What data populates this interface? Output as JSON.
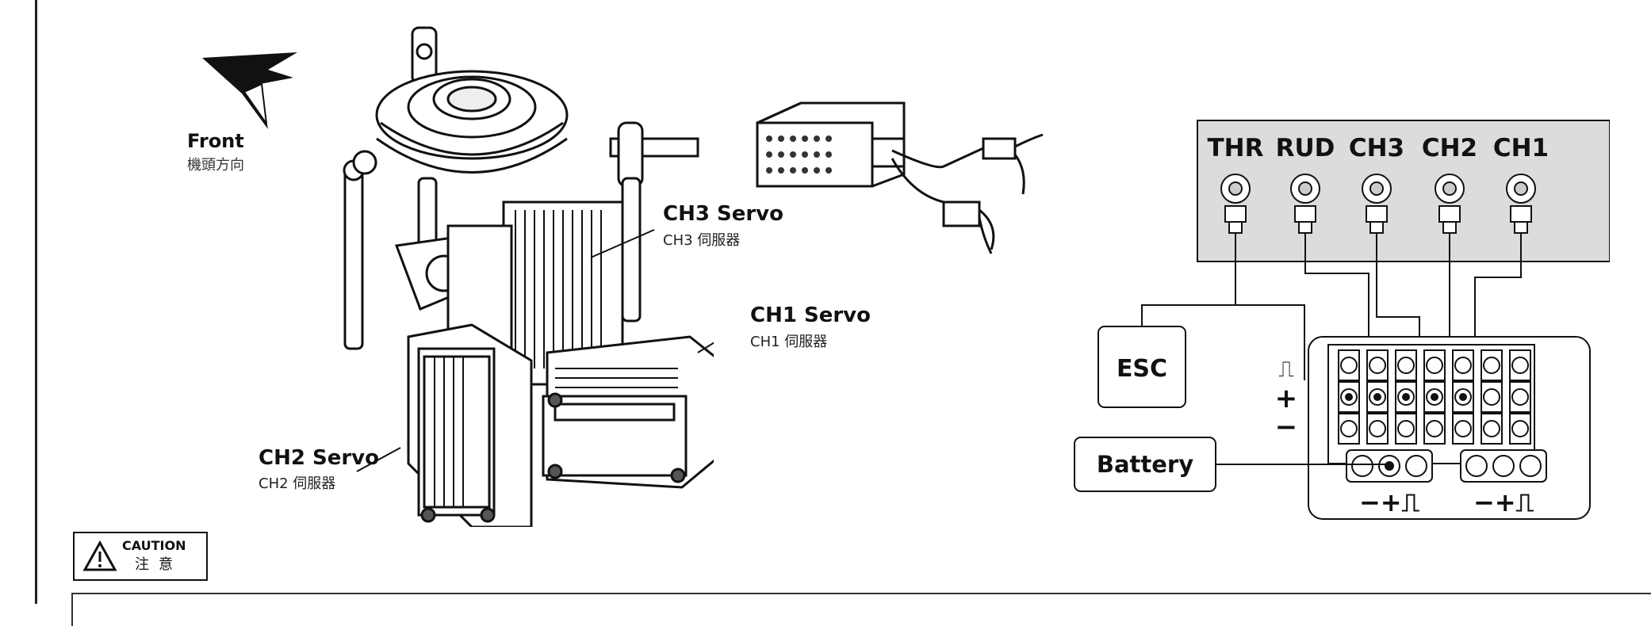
{
  "front": {
    "label_en": "Front",
    "label_zh": "機頭方向",
    "icon": "arrow-direction-icon"
  },
  "servos": [
    {
      "label_en": "CH3 Servo",
      "label_zh": "CH3 伺服器"
    },
    {
      "label_en": "CH1 Servo",
      "label_zh": "CH1 伺服器"
    },
    {
      "label_en": "CH2 Servo",
      "label_zh": "CH2 伺服器"
    }
  ],
  "receiver_panel": {
    "channels": [
      "THR",
      "RUD",
      "CH3",
      "CH2",
      "CH1"
    ]
  },
  "esc_label": "ESC",
  "battery_label": "Battery",
  "pin_symbols": {
    "signal": "⎍",
    "plus": "+",
    "minus": "−",
    "bottom_group": "−+⎍"
  },
  "caution": {
    "title": "CAUTION",
    "zh": "注意",
    "icon": "warning-triangle-icon"
  },
  "colors": {
    "line": "#111111",
    "panel_fill": "#dcdcdc"
  }
}
